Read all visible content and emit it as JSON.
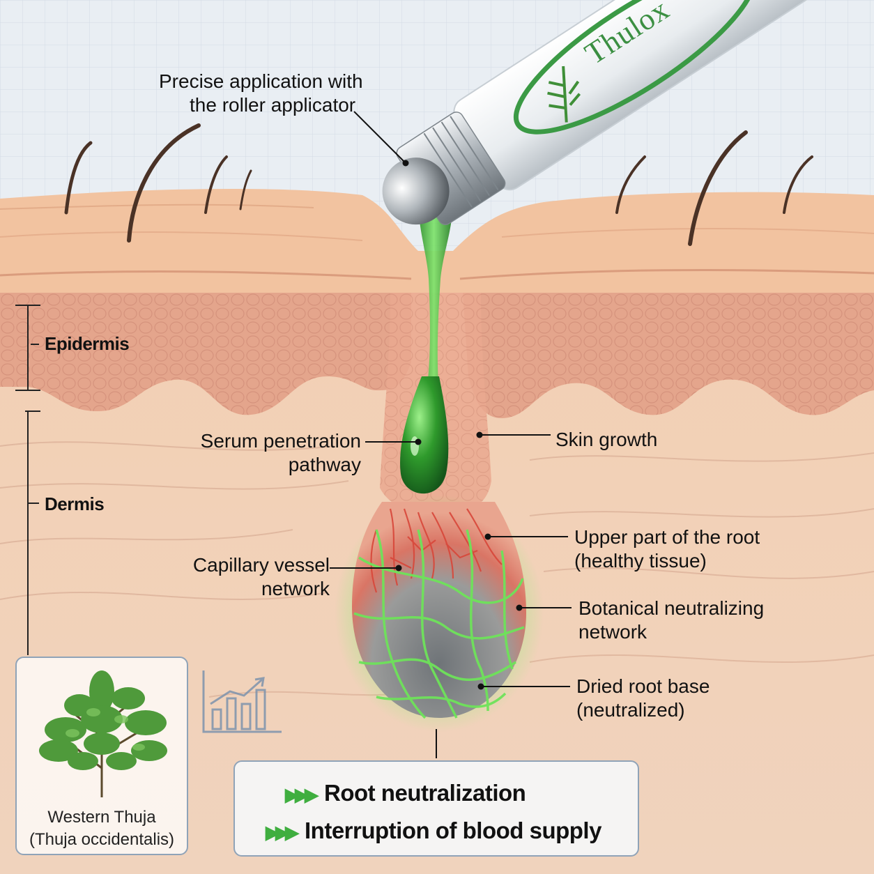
{
  "product": {
    "brand": "Thulox"
  },
  "layers": {
    "epidermis": "Epidermis",
    "dermis": "Dermis"
  },
  "callouts": {
    "application": [
      "Precise application with",
      "the roller applicator"
    ],
    "serum": [
      "Serum penetration",
      "pathway"
    ],
    "skin_growth": "Skin growth",
    "upper_root": [
      "Upper part of the root",
      "(healthy tissue)"
    ],
    "capillary": [
      "Capillary vessel",
      "network"
    ],
    "botanical": [
      "Botanical neutralizing",
      "network"
    ],
    "dried_root": [
      "Dried root base",
      "(neutralized)"
    ]
  },
  "plant": {
    "name": "Western Thuja",
    "latin": "(Thuja occidentalis)"
  },
  "results": {
    "items": [
      "Root neutralization",
      "Interruption of blood supply"
    ],
    "bullet": "▶▶▶"
  },
  "colors": {
    "serum_green": "#3fae3f",
    "skin": "#f0c9a6",
    "epidermis": "#e6a98f",
    "grid_bg": "#e9eef3",
    "vessel_red": "#d8473a",
    "frame": "#8fa3b8"
  },
  "icons": [
    "thuja-leaf-icon",
    "growth-chart-icon",
    "triple-arrow-icon"
  ]
}
